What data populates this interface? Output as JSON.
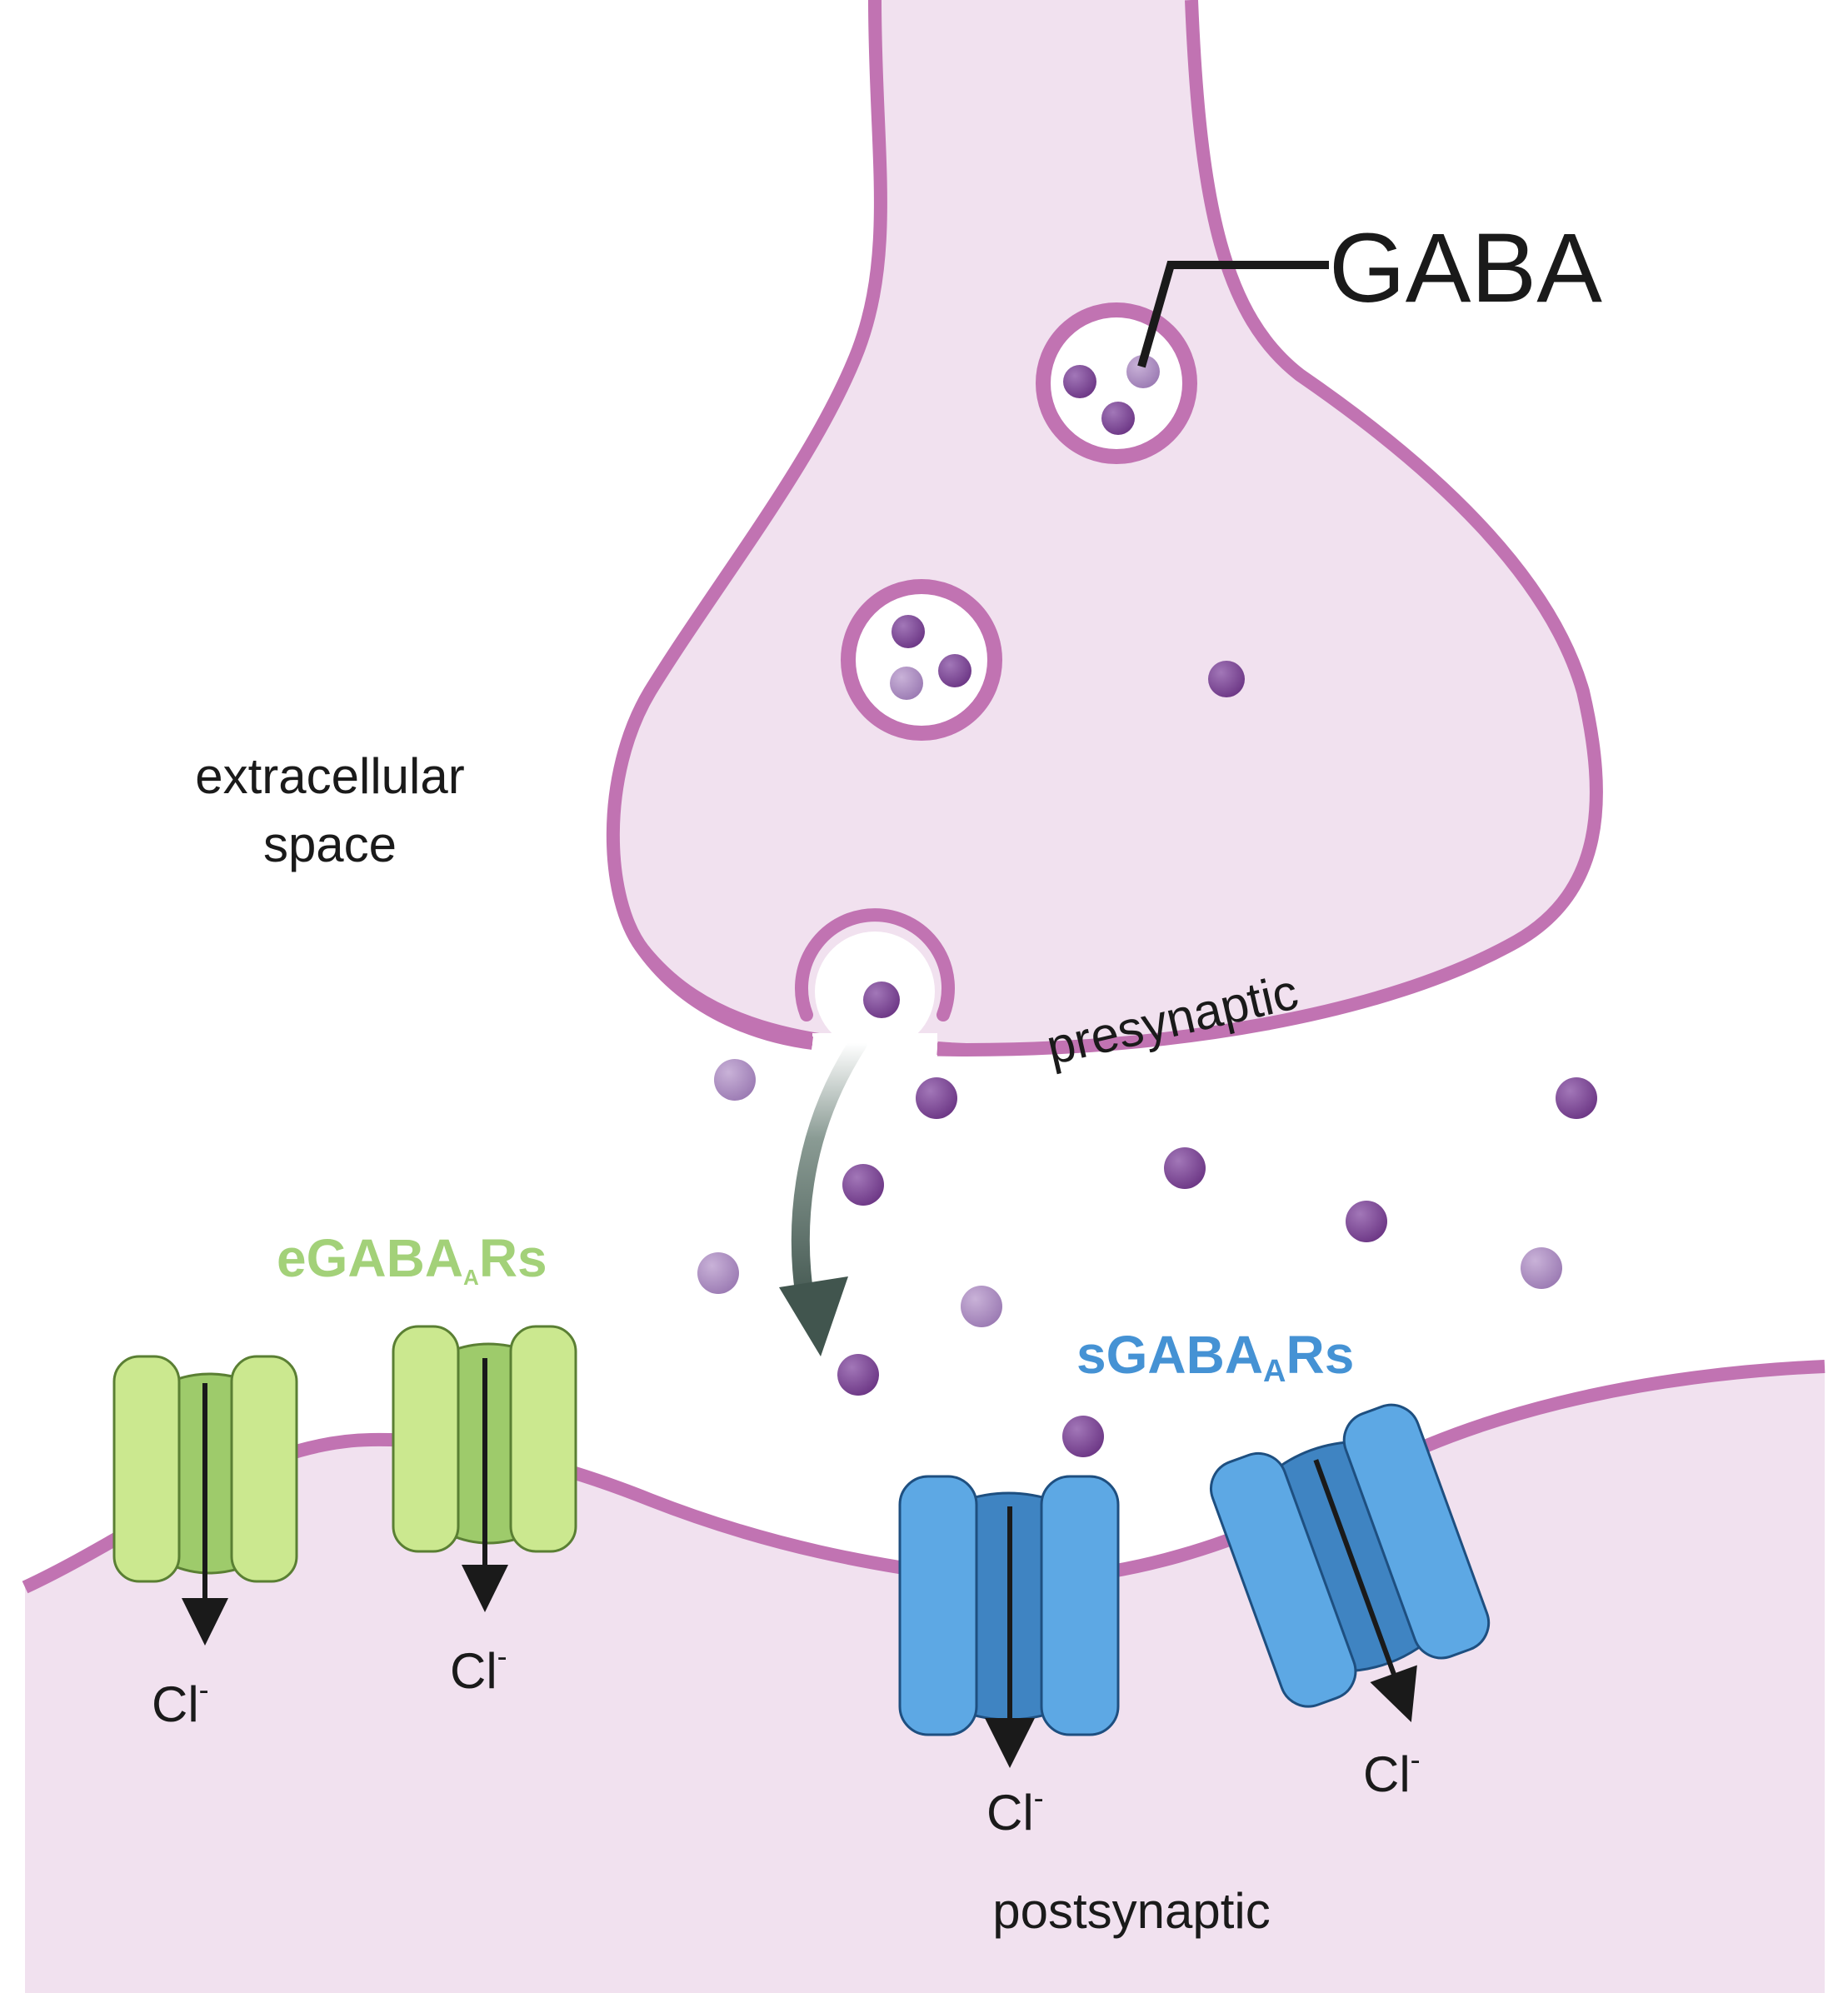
{
  "labels": {
    "gaba": "GABA",
    "extracellular_line1": "extracellular",
    "extracellular_line2": "space",
    "presynaptic": "presynaptic",
    "postsynaptic": "postsynaptic",
    "egabaa_prefix": "eGABA",
    "egabaa_sub": "A",
    "egabaa_suffix": "Rs",
    "sgabaa_prefix": "sGABA",
    "sgabaa_sub": "A",
    "sgabaa_suffix": "Rs",
    "chloride_base": "Cl",
    "chloride_charge": "-"
  },
  "colors": {
    "membrane": "#c173b2",
    "cytoplasm": "#f1e1ef",
    "gaba_dark": "#7b4494",
    "gaba_light": "#a888bf",
    "egabaa_outer": "#cbe88f",
    "egabaa_inner": "#9ecb6b",
    "egabaa_label": "#a3d179",
    "sgabaa_outer": "#5da8e4",
    "sgabaa_inner": "#3f84c2",
    "sgabaa_label": "#4592d4",
    "release_arrow": "#41554e"
  }
}
